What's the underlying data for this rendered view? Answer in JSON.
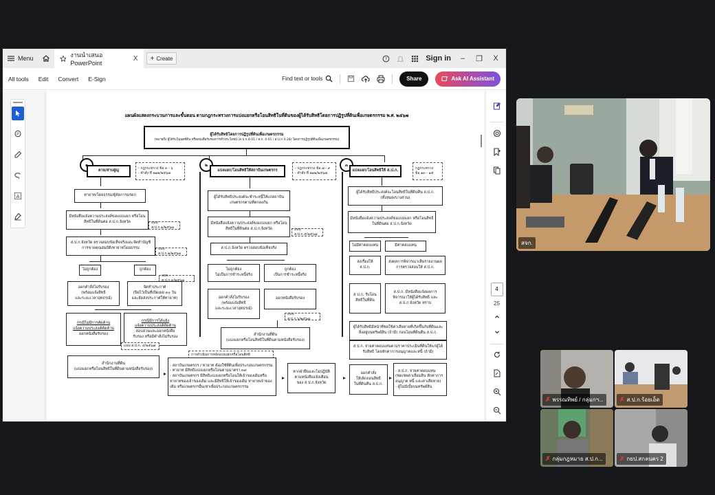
{
  "window": {
    "menu_label": "Menu",
    "tab_title": "งานนำเสนอ PowerPoint",
    "tab_close": "X",
    "create_label": "Create",
    "signin_label": "Sign in",
    "minimize": "–",
    "restore": "❐",
    "close": "X"
  },
  "toolbar": {
    "tools": [
      "All tools",
      "Edit",
      "Convert",
      "E-Sign"
    ],
    "find_label": "Find text or tools",
    "share_label": "Share",
    "ai_label": "Ask AI Assistant"
  },
  "left_rail": {
    "tools": [
      "select-cursor",
      "add-comment",
      "draw-pen",
      "freehand-lasso",
      "text-recognition",
      "fill-sign"
    ]
  },
  "right_rail": {
    "current_page": "4",
    "total_pages": "25",
    "icons": [
      "edit-pdf",
      "comment",
      "bookmark-add",
      "pages",
      "chevron-up",
      "chevron-down",
      "rotate",
      "page-fit",
      "zoom-in",
      "zoom-out"
    ]
  },
  "document": {
    "title": "แผนผังแสดงกระบวนการและขั้นตอน ตามกฎกระทรวงการแบ่งแยกหรือโอนสิทธิในที่ดินของผู้ได้รับสิทธิโดยการปฏิรูปที่ดินเพื่อเกษตรกรรม พ.ศ. ๒๕๖๗",
    "top_box": {
      "line1": "ผู้ได้รับสิทธิโดยการปฏิรูปที่ดินเพื่อเกษตรกรรม",
      "line2": "(หมายถึง ผู้ได้รับโฉนดที่ดิน หรือหนังสือรับรองการทำประโยชน์ (ส.ป.ก.4-01 / ส.ก. 4-01 / ส.ป.ก 4-28) โดยการปฏิรูปที่ดินเพื่อเกษตรกรรม)"
    },
    "branches": [
      {
        "number": "๑",
        "header": "ตาย/สาบสูญ",
        "note": [
          "- กฎกระทรวง ข้อ ๓ - ๖",
          "- คำสั่ง ที่ ๒๑๒/๒๕๖๗"
        ],
        "steps": [
          "ทายาท/โดยธรรม/ผู้จัดการมรดก",
          "มีหนังสือแจ้งความประสงค์ขอแบ่งแยก หรือโอนสิทธิในที่ดินต่อ ส.ป.ก.จังหวัด",
          "ส.ป.ก.จังหวัด ตรวจสอบข้อเท็จจริงและจัดทำบัญชีการขาดคุณสมบัติ/ทายาทโดยธรรม"
        ],
        "step_notes": [
          "แบบ ส.ป.ก.๑/๒๕๖๗",
          "แบบ ส.ป.ก.๒/๒๕๖๗"
        ],
        "no_label": "ไม่ถูกต้อง",
        "yes_label": "ถูกต้อง",
        "no_result": [
          "ออกคำสั่งไม่รับรอง",
          "(พร้อมแจ้งสิทธิ",
          "และระยะเวลาอุทธรณ์)"
        ],
        "yes_result": [
          "จัดทำประกาศ",
          "(ปิดไว้เป็นที่เปิดเผย ๓๐ วัน",
          "และจัดส่งประกาศให้ทายาท)"
        ],
        "yes_note": "แบบ ส.ป.ก.๓/๒๕๖๗",
        "objection_no": [
          "กรณีไม่มีการคัดค้าน",
          "แจ้งความประสงค์คัดค้าน",
          "ออกหนังสือรับรอง"
        ],
        "objection_yes": [
          "กรณีมีการโต้แย้ง",
          "แจ้งความประสงค์คัดค้าน",
          "สอบสวนและออกหนังสือ",
          "รับรอง หรือมีคำสั่งไม่รับรอง"
        ],
        "objection_note": "แบบ ส.ป.ก. ๔/๒๕๖๗",
        "final": [
          "สำนักงานที่ดิน",
          "(แบ่งแยกหรือโอนสิทธิในที่ดินตามหนังสือรับรอง)"
        ]
      },
      {
        "number": "๒",
        "header": "แบ่งแยก/โอนสิทธิให้สถาบันเกษตรกร",
        "note": [
          "- กฎกระทรวง ข้อ ๗ - ๙",
          "- คำสั่ง ที่ ๒๑๒/๒๕๖๗"
        ],
        "steps": [
          "ผู้ได้รับสิทธิประสงค์จะชำระหนี้ให้แก่สถาบันเกษตรกรตามที่ตกลงกัน",
          "มีหนังสือแจ้งความประสงค์ขอแบ่งแยก หรือโอนสิทธิในที่ดินต่อ ส.ป.ก.จังหวัด",
          "ส.ป.ก.จังหวัด ตรวจสอบข้อเท็จจริง"
        ],
        "step_notes": [
          "แบบ ส.ป.ก.๕/๒๕๖๗"
        ],
        "no_label": [
          "ไม่ถูกต้อง",
          "ไม่เป็นการชำระหนี้จริง"
        ],
        "yes_label": [
          "ถูกต้อง",
          "เป็นการชำระหนี้จริง"
        ],
        "no_result": [
          "ออกคำสั่งไม่รับรอง",
          "(พร้อมแจ้งสิทธิ",
          "และระยะเวลาอุทธรณ์)"
        ],
        "yes_result": [
          "ออกหนังสือรับรอง"
        ],
        "yes_note": "แบบ ส.ป.ก.๖/๒๕๖๗",
        "final": [
          "สำนักงานที่ดิน",
          "(แบ่งแยกหรือโอนสิทธิในที่ดินตามหนังสือรับรอง)"
        ]
      },
      {
        "number": "๓",
        "header": "แบ่งแยก/โอนสิทธิให้ ส.ป.ก.",
        "note": [
          "กฎกระทรวง",
          "ข้อ ๑๓ - ๑๕"
        ],
        "steps": [
          "ผู้ได้รับสิทธิประสงค์จะโอนสิทธิในที่ดินคืน ส.ป.ก. (ทั้งหมด/บางส่วน)",
          "มีหนังสือแจ้งความประสงค์ขอแบ่งแยก หรือโอนสิทธิในที่ดินต่อ ส.ป.ก.จังหวัด"
        ],
        "no_label": "ไม่มีค่าตอบแทน",
        "yes_label": "มีค่าตอบแทน",
        "no_steps": [
          "ส่งเรื่องให้ ส.ป.ก.",
          "ส.ป.ก. รับโอนสิทธิในที่ดิน"
        ],
        "yes_steps": [
          "ส่งผลการพิจารณาเห็นรายงานผลการตรวจสอบให้ ส.ป.ก.",
          "ส.ป.ก. มีหนังสือแจ้งผลการพิจารณาให้ผู้ได้รับสิทธิ และ ส.ป.ก.จังหวัด ทราบ"
        ],
        "merge_a": "ผู้ได้รับสิทธิมีหน้าที่ชดใช้ค่าเสียหายที่เกิดขึ้นกับที่ดินและสิ่งอยู่บนทรัพย์สิน (ถ้ามี) ก่อนโอนที่ดินคืน ส.ป.ก.",
        "merge_b": "ส.ป.ก. จ่ายค่าตอบแทนตามราคาประเมินที่ดินให้แก่ผู้ได้รับสิทธิ โดยหักค่าการอนุญาตและหนี้ (ถ้ามี)"
      }
    ],
    "bottom": {
      "duty_header": "การดำเนินการหลังแบ่งแยกหรือโอนสิทธิ",
      "duty_lines": [
        "- สถาบันเกษตรกร / ทายาท ต้องใช้ที่ดินเพื่อประกอบเกษตรกรรม",
        "- ทายาท มีสิทธิแบ่งแยกหรือโอนตามมาตรา ๓๙",
        "- สถาบันเกษตรกร มีสิทธิแบ่งแยกหรือโอนให้เจ้าของเดิมหรือทายาทของเจ้าของเดิม และมีสิทธิให้เจ้าของเดิม ทายาทเจ้าของเดิม หรือเกษตรกรอื่นเช่าเพื่อประกอบเกษตรกรรม"
      ],
      "violation": [
        "หากฝ่าฝืนและไม่ปฏิบัติ",
        "ตามหนังสือแจ้งเตือน",
        "ของ ส.ป.ก.จังหวัด"
      ],
      "revoke": [
        "ออกคำสั่ง",
        "ให้เพิกถอนสิทธิ",
        "ในที่ดินคืน ส.ป.ก."
      ],
      "compensation": [
        "- ส.ป.ก. จ่ายค่าตอบแทน",
        "(ชดเชยค่าเสื่อมสิน หักค่าการอนุญาต หนี้ และค่าเสียหาย)",
        "- ผู้ไม่มีเบี้ยบนทรัพย์สิน"
      ]
    }
  },
  "video_call": {
    "main_tile": {
      "name": "สจก."
    },
    "grid_tiles": [
      {
        "name": "พรรณทิพย์ / กลุ่มกฯ...",
        "muted": true
      },
      {
        "name": "ส.ป.ก.ร้อยเอ็ด",
        "muted": true
      },
      {
        "name": "กลุ่มกฎหมาย ส.ป.ก...",
        "muted": true
      },
      {
        "name": "กยป.สกลนคร 2",
        "muted": true
      }
    ],
    "mute_icon": "✗"
  },
  "colors": {
    "background": "#16171b",
    "accent_blue": "#1a5fd6",
    "share_bg": "#111111",
    "ai_gradient_start": "#e94b5a",
    "ai_gradient_end": "#7a52e0",
    "mute_red": "#e23a3a"
  }
}
